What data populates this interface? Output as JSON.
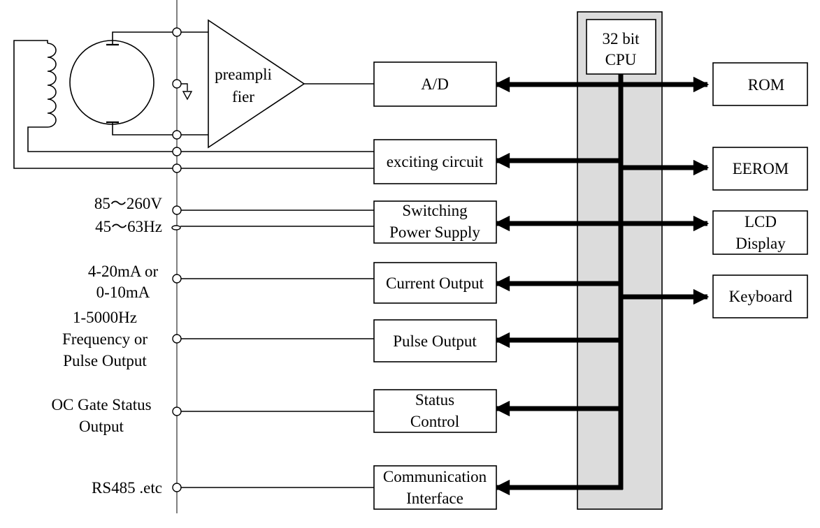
{
  "preamp": {
    "line1": "preampli",
    "line2": "fier"
  },
  "cpu": {
    "line1": "32 bit",
    "line2": "CPU"
  },
  "blocks": {
    "ad": "A/D",
    "exciting": "exciting circuit",
    "power": {
      "line1": "Switching",
      "line2": "Power Supply"
    },
    "current": "Current Output",
    "pulse": "Pulse Output",
    "status": {
      "line1": "Status",
      "line2": "Control"
    },
    "comm": {
      "line1": "Communication",
      "line2": "Interface"
    }
  },
  "peripherals": {
    "rom": "ROM",
    "eerom": "EEROM",
    "lcd": {
      "line1": "LCD",
      "line2": "Display"
    },
    "keyboard": "Keyboard"
  },
  "terminals": {
    "supply": {
      "line1": "85～260V",
      "line2": "45～63Hz"
    },
    "current": {
      "line1": "4-20mA or",
      "line2": "0-10mA"
    },
    "pulse": {
      "line1": "1-5000Hz",
      "line2": "Frequency or",
      "line3": "Pulse Output"
    },
    "oc": {
      "line1": "OC Gate Status",
      "line2": "Output"
    },
    "rs485": "RS485 .etc"
  },
  "colors": {
    "stroke": "#000000",
    "cpu_panel": "#dcdcdc",
    "background": "#ffffff"
  }
}
